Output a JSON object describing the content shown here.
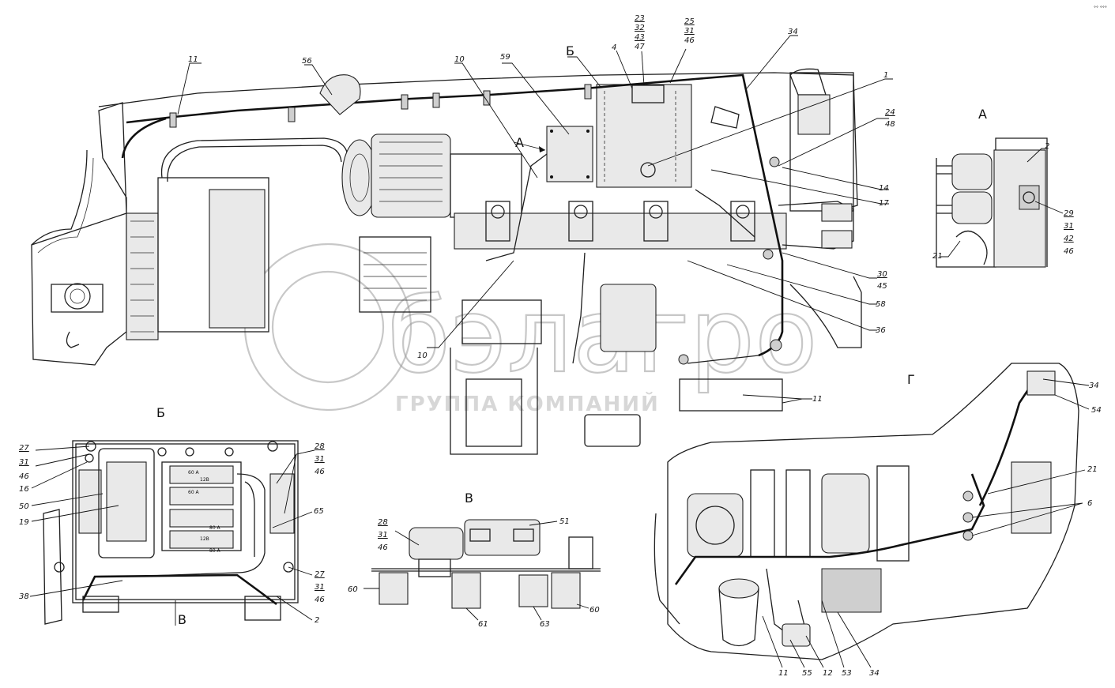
{
  "corner_mark": "°° °°°",
  "watermark": {
    "logo": "бэлагро",
    "subtitle": "ГРУППА КОМПАНИЙ"
  },
  "views": {
    "A": "А",
    "B": "Б",
    "V": "В",
    "G": "Г"
  },
  "fuse_labels": [
    "60 A",
    "12B",
    "60 A",
    "80 A",
    "12B",
    "80 A"
  ],
  "callouts_main": {
    "c11a": "11",
    "c56": "56",
    "c10a": "10",
    "c59": "59",
    "cB": "Б",
    "c4": "4",
    "c23": "23",
    "c32": "32",
    "c43": "43",
    "c47": "47",
    "c25": "25",
    "c31a": "31",
    "c46a": "46",
    "c34a": "34",
    "c1": "1",
    "c24": "24",
    "c48": "48",
    "c14": "14",
    "c17": "17",
    "c30": "30",
    "c45": "45",
    "c58": "58",
    "c36": "36",
    "c10b": "10",
    "c11b": "11",
    "cA": "А"
  },
  "callouts_viewA": {
    "c2": "2",
    "c29": "29",
    "c31": "31",
    "c42": "42",
    "c46": "46",
    "c21": "21"
  },
  "callouts_viewB": {
    "c27a": "27",
    "c31a": "31",
    "c46a": "46",
    "c16": "16",
    "c50": "50",
    "c19": "19",
    "c38": "38",
    "c28": "28",
    "c31b": "31",
    "c46b": "46",
    "c65": "65",
    "c27b": "27",
    "c31c": "31",
    "c46c": "46",
    "c2": "2",
    "cV": "В"
  },
  "callouts_viewV": {
    "c28": "28",
    "c31": "31",
    "c46": "46",
    "c51": "51",
    "c60a": "60",
    "c61": "61",
    "c63": "63",
    "c60b": "60"
  },
  "callouts_viewG": {
    "c34a": "34",
    "c54": "54",
    "c21": "21",
    "c6": "6",
    "c11": "11",
    "c55": "55",
    "c12": "12",
    "c53": "53",
    "c34b": "34"
  }
}
